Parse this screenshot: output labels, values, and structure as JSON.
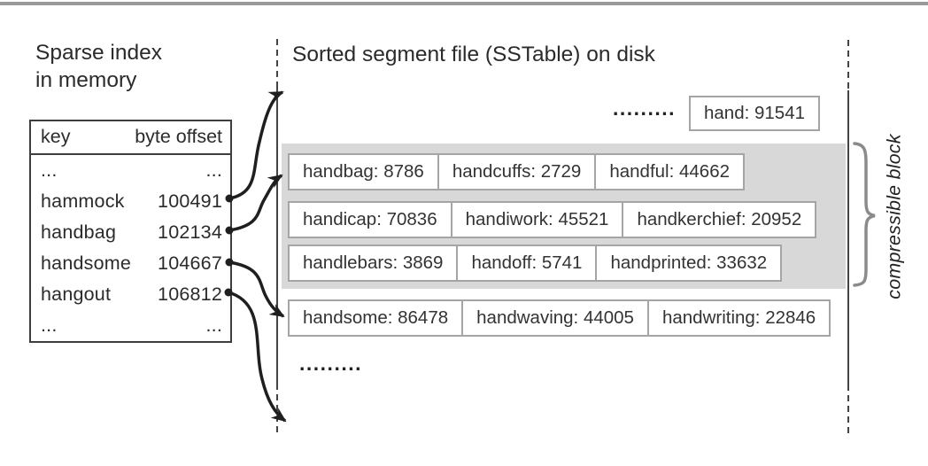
{
  "sparse_index": {
    "title_line1": "Sparse index",
    "title_line2": "in memory",
    "col_key": "key",
    "col_offset": "byte offset",
    "rows": [
      {
        "key": "...",
        "offset": "..."
      },
      {
        "key": "hammock",
        "offset": "100491"
      },
      {
        "key": "handbag",
        "offset": "102134"
      },
      {
        "key": "handsome",
        "offset": "104667"
      },
      {
        "key": "hangout",
        "offset": "106812"
      },
      {
        "key": "...",
        "offset": "..."
      }
    ]
  },
  "sstable": {
    "title": "Sorted segment file (SSTable) on disk",
    "ellipsis_top": ".........",
    "standalone_entry": "hand: 91541",
    "block_row1": [
      "handbag: 8786",
      "handcuffs: 2729",
      "handful: 44662"
    ],
    "block_row2": [
      "handicap: 70836",
      "handiwork: 45521",
      "handkerchief: 20952"
    ],
    "block_row3": [
      "handlebars: 3869",
      "handoff: 5741",
      "handprinted: 33632"
    ],
    "row_outside_block": [
      "handsome: 86478",
      "handwaving: 44005",
      "handwriting: 22846"
    ],
    "ellipsis_bottom": "........."
  },
  "annotations": {
    "compressible_block_label": "compressible block"
  },
  "icons": {
    "arrow_heads": "right-arrowhead",
    "index_anchor_dots": "black-dot",
    "file_boundaries": "dashed-vertical-line",
    "brace": "right-curly-brace"
  },
  "colors": {
    "ink": "#2b2b2b",
    "arrow_stroke": "#1f1f1f",
    "compressible_block_fill": "#d8d8d8",
    "entry_box_border": "#a5a5a5",
    "entry_box_fill": "#ffffff",
    "index_table_border": "#3e3e3e",
    "brace_gray": "#8b8b8b",
    "top_rule_gray": "#9a9a9a"
  }
}
